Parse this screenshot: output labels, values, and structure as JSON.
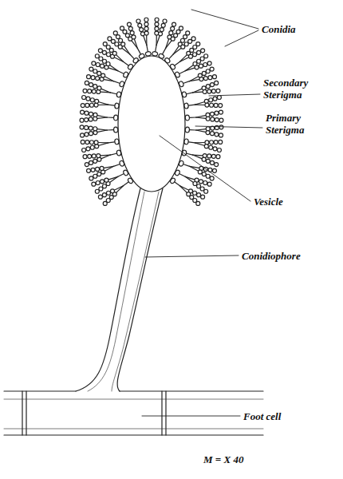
{
  "diagram": {
    "labels": [
      "Conidia",
      "Secondary Sterigma",
      "Primary Sterigma",
      "Vesicle",
      "Conidiophore",
      "Foot cell",
      "M = X 40"
    ]
  }
}
